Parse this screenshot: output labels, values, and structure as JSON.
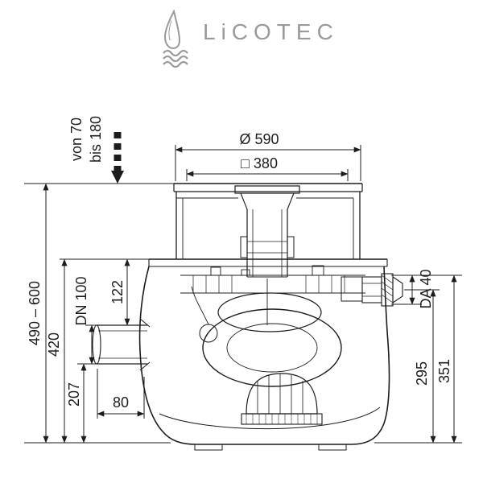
{
  "logo": {
    "brand": "LiCOTEC"
  },
  "dimensions": {
    "cover_range_line1": "von 70",
    "cover_range_line2": "bis 180",
    "diameter_top": "Ø 590",
    "square_top": "□ 380",
    "height_overall": "490 – 600",
    "inlet_nominal": "DN 100",
    "dim_122": "122",
    "dim_420": "420",
    "dim_207": "207",
    "dim_80": "80",
    "outlet_nominal": "DA 40",
    "dim_295": "295",
    "dim_351": "351"
  },
  "colors": {
    "line": "#1c1c1c",
    "logo_gray": "#9a9a9a",
    "background": "#ffffff"
  }
}
